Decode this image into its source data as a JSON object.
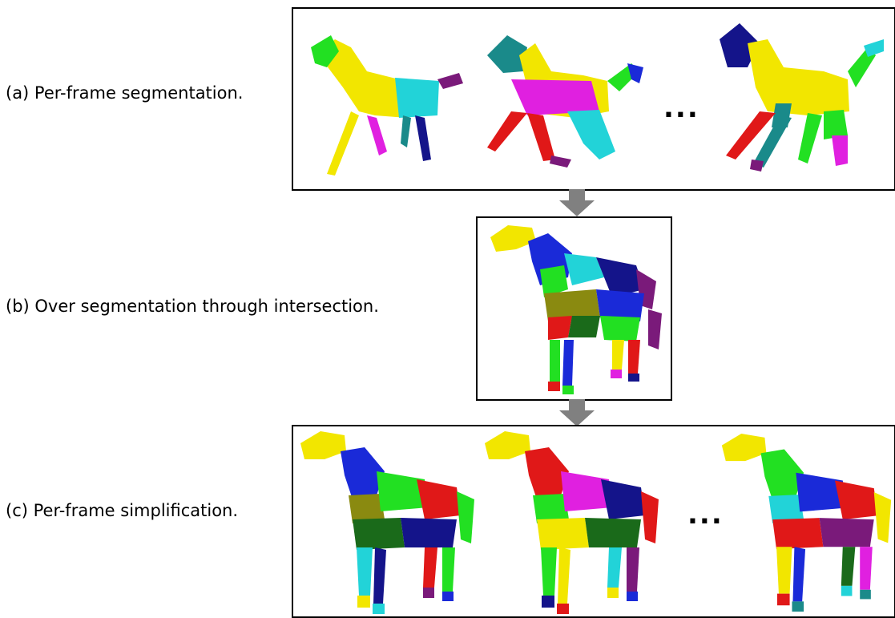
{
  "rows": [
    {
      "id": "a",
      "label": "(a) Per-frame segmentation."
    },
    {
      "id": "b",
      "label": "(b) Over segmentation through intersection."
    },
    {
      "id": "c",
      "label": "(c) Per-frame simplification."
    }
  ],
  "ellipsis": "...",
  "colors": {
    "yellow": "#f2e600",
    "cyan": "#22d3d8",
    "teal": "#1a8a8a",
    "navy": "#14148a",
    "purple": "#7a1a7a",
    "magenta": "#e020e0",
    "red": "#e01818",
    "green": "#22e022",
    "blue": "#1a2ad8",
    "olive": "#8a8a10",
    "darkgreen": "#1a6a1a",
    "arrow": "#808080"
  }
}
